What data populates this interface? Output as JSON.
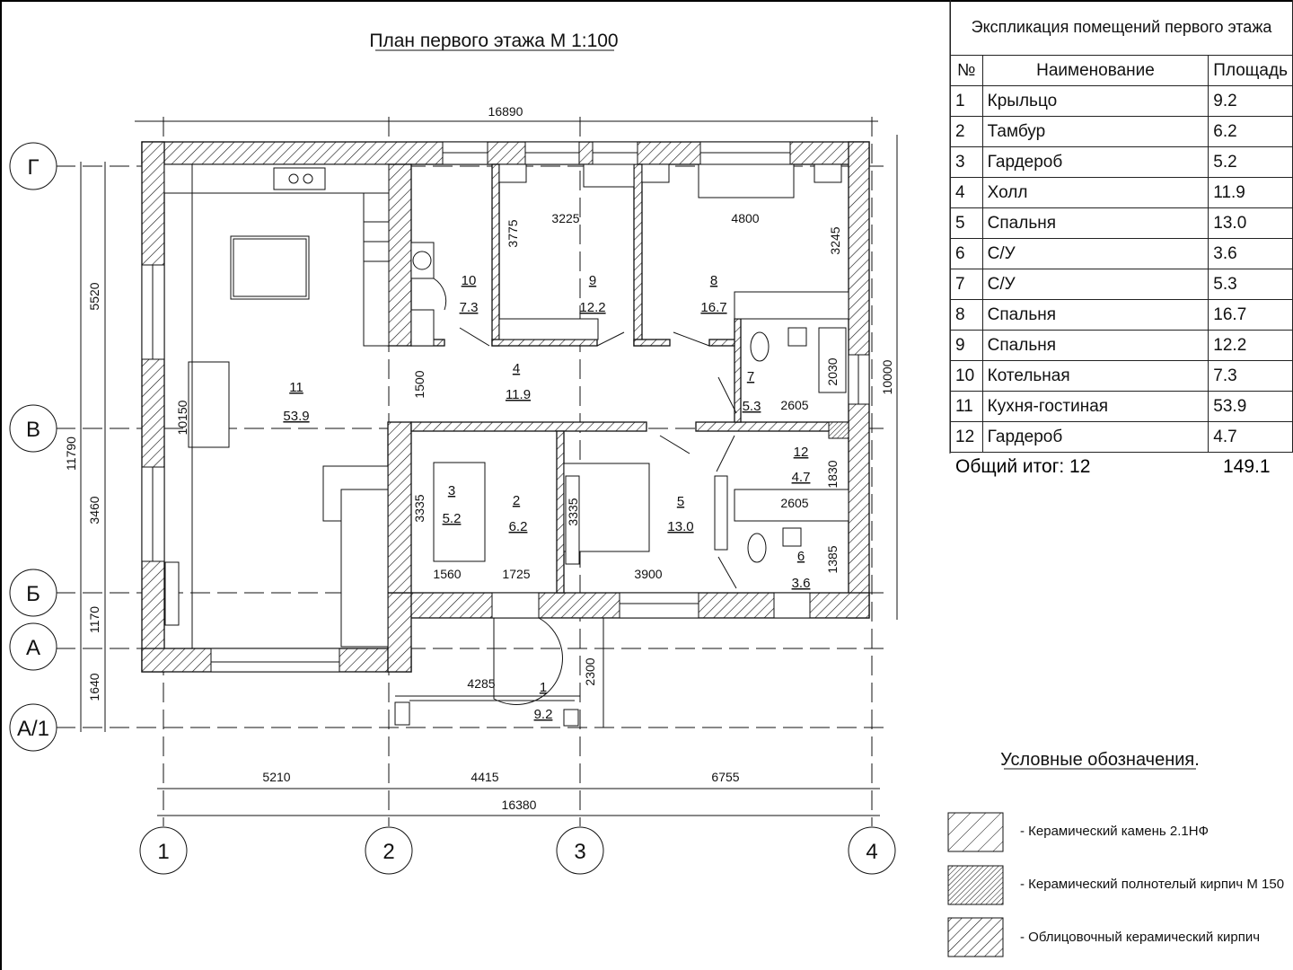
{
  "plan": {
    "title": "План первого этажа М 1:100",
    "rooms": [
      {
        "no": "1",
        "area": "9.2"
      },
      {
        "no": "2",
        "area": "6.2"
      },
      {
        "no": "3",
        "area": "5.2"
      },
      {
        "no": "4",
        "area": "11.9"
      },
      {
        "no": "5",
        "area": "13.0"
      },
      {
        "no": "6",
        "area": "3.6"
      },
      {
        "no": "7",
        "area": "5.3"
      },
      {
        "no": "8",
        "area": "16.7"
      },
      {
        "no": "9",
        "area": "12.2"
      },
      {
        "no": "10",
        "area": "7.3"
      },
      {
        "no": "11",
        "area": "53.9"
      },
      {
        "no": "12",
        "area": "4.7"
      }
    ],
    "dimensions": {
      "overall_top": "16890",
      "overall_bottom": "16380",
      "right_height": "10000",
      "left_total": "11790",
      "bedroom9_w": "3225",
      "bedroom8_w": "4800",
      "bedroom9_h": "3775",
      "bedroom8_h": "3245",
      "bath_tub": "2030",
      "hall_h": "1500",
      "bath7_w": "2605",
      "ward12_w": "2605",
      "ward12_h": "1830",
      "bath6_h": "1385",
      "kitchen_h": "10150",
      "tambur_h": "3335",
      "bed5_h": "3335",
      "w3": "1560",
      "w2": "1725",
      "w5": "3900",
      "porch_w": "4285",
      "porch_h": "2300",
      "axis_g_v": "5520",
      "axis_v_b": "3460",
      "axis_b_a": "1170",
      "axis_a_a1": "1640",
      "axis_1_2": "5210",
      "axis_2_3": "4415",
      "axis_3_4": "6755"
    },
    "axes_rows": [
      "Г",
      "В",
      "Б",
      "А",
      "А/1"
    ],
    "axes_cols": [
      "1",
      "2",
      "3",
      "4"
    ]
  },
  "explication": {
    "title": "Экспликация помещений первого этажа",
    "headers": [
      "№",
      "Наименование",
      "Площадь"
    ],
    "rows": [
      {
        "no": "1",
        "name": "Крыльцо",
        "area": "9.2"
      },
      {
        "no": "2",
        "name": "Тамбур",
        "area": "6.2"
      },
      {
        "no": "3",
        "name": "Гардероб",
        "area": "5.2"
      },
      {
        "no": "4",
        "name": "Холл",
        "area": "11.9"
      },
      {
        "no": "5",
        "name": "Спальня",
        "area": "13.0"
      },
      {
        "no": "6",
        "name": "С/У",
        "area": "3.6"
      },
      {
        "no": "7",
        "name": "С/У",
        "area": "5.3"
      },
      {
        "no": "8",
        "name": "Спальня",
        "area": "16.7"
      },
      {
        "no": "9",
        "name": "Спальня",
        "area": "12.2"
      },
      {
        "no": "10",
        "name": "Котельная",
        "area": "7.3"
      },
      {
        "no": "11",
        "name": "Кухня-гостиная",
        "area": "53.9"
      },
      {
        "no": "12",
        "name": "Гардероб",
        "area": "4.7"
      }
    ],
    "total_label": "Общий итог: 12",
    "total_value": "149.1"
  },
  "legend": {
    "title": "Условные обозначения.",
    "items": [
      "- Керамический камень 2.1НФ",
      "- Керамический полнотелый кирпич М 150",
      "- Облицовочный керамический  кирпич"
    ]
  }
}
